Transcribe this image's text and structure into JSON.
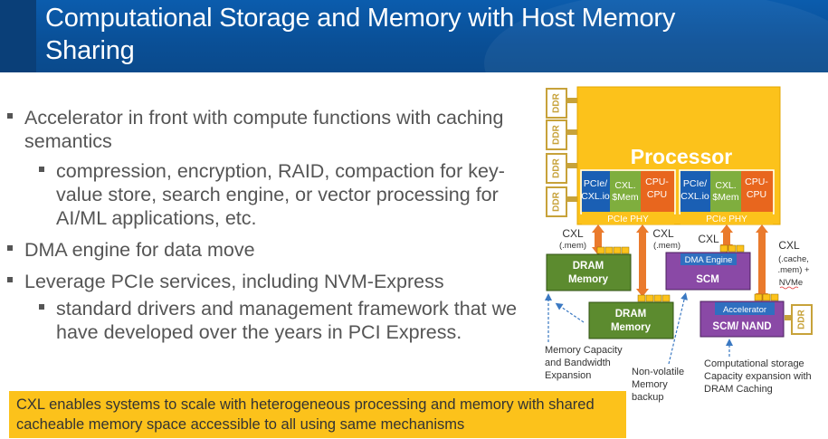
{
  "slide": {
    "title_line1": "Computational Storage and Memory with Host Memory",
    "title_line2": "Sharing"
  },
  "bullets": [
    {
      "text": "Accelerator in front with compute functions with caching semantics",
      "sub": [
        "compression, encryption, RAID, compaction for key-value store, search engine, or vector processing for AI/ML applications, etc."
      ]
    },
    {
      "text": "DMA engine for data move",
      "sub": []
    },
    {
      "text": "Leverage PCIe services, including NVM-Express",
      "sub": [
        "standard drivers and management framework that we have developed over the years in PCI Express."
      ]
    }
  ],
  "callout": "CXL enables systems to scale with heterogeneous processing and memory with shared cacheable memory space accessible to all using same mechanisms",
  "diagram": {
    "ddr_label": "DDR",
    "processor_label": "Processor",
    "pcie_cxl_label_1": "PCIe/",
    "pcie_cxl_label_2": "CXL.io",
    "cxl_mem_label_1": "CXL.",
    "cxl_mem_label_2": "$Mem",
    "cpu_label_1": "CPU-",
    "cpu_label_2": "CPU",
    "pcie_phy_label": "PCIe PHY",
    "cxl_label": "CXL",
    "cxl_mem_sub": "(.mem)",
    "cxl_cache_sub_1": "(.cache,",
    "cxl_cache_sub_2": ".mem) +",
    "cxl_cache_sub_3": "NVMe",
    "dram_1": "DRAM",
    "dram_2": "Memory",
    "dma_engine": "DMA Engine",
    "scm": "SCM",
    "accelerator": "Accelerator",
    "scm_nand": "SCM/ NAND",
    "note_capacity": [
      "Memory Capacity",
      "and Bandwidth",
      "Expansion"
    ],
    "note_nonvolatile": [
      "Non-volatile",
      "Memory",
      "backup"
    ],
    "note_computational": [
      "Computational storage",
      "Capacity expansion with",
      "DRAM Caching"
    ]
  },
  "colors": {
    "header_blue": "#0a4f96",
    "processor_yellow": "#fcc21b",
    "pcie_blue": "#1a5fb4",
    "cxl_green": "#7fae3e",
    "cpu_orange": "#e8661e",
    "dram_green": "#5c8b2f",
    "scm_purple": "#8a49a6",
    "arrow_orange": "#ea7a2c",
    "ddr_gold": "#c7a23a"
  }
}
